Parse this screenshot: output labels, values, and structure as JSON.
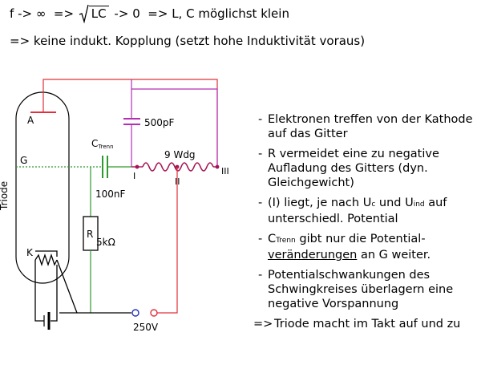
{
  "header": {
    "f": "f",
    "arrow": "->",
    "infinity": "∞",
    "implies": "=>",
    "radicand": "LC",
    "zero": "0",
    "conclusion": "L, C möglichst klein",
    "line2_prefix": "=>",
    "line2_text": "keine indukt. Kopplung (setzt hohe Induktivität voraus)"
  },
  "circuit": {
    "tube_label": "Triode",
    "anode_label": "A",
    "grid_label": "G",
    "cathode_label": "K",
    "cap_trenn_symbol": "C",
    "cap_trenn_sub": "Trenn",
    "cap_trenn_value": "100nF",
    "cap_tank_value": "500pF",
    "coil_label": "9 Wdg",
    "tap_1": "I",
    "tap_2": "II",
    "tap_3": "III",
    "resistor_symbol": "R",
    "resistor_value": "5kΩ",
    "supply_voltage": "250V",
    "colors": {
      "wire_black": "#000000",
      "wire_red": "#e0303a",
      "wire_magenta": "#b52fb5",
      "wire_green": "#2e9a2e",
      "coil": "#a31555",
      "terminal_blue": "#2233bb"
    }
  },
  "notes": [
    {
      "bullet": "-",
      "text": "Elektronen treffen von der Kathode auf das Gitter"
    },
    {
      "bullet": "-",
      "text": "R vermeidet eine zu negative Aufladung des Gitters (dyn. Gleichgewicht)"
    },
    {
      "bullet": "-",
      "pre": "(I) liegt, je nach U",
      "sub1": "c",
      "mid": " und U",
      "sub2": "ind",
      "post": " auf unterschiedl. Potential"
    },
    {
      "bullet": "-",
      "sym": "C",
      "sub": "Trenn",
      "pre": " gibt nur die Potential-",
      "underlined": "veränderungen",
      "post": " an G weiter."
    },
    {
      "bullet": "-",
      "text": "Potentialschwankungen des Schwingkreises überlagern eine negative Vorspannung"
    },
    {
      "bullet": "=>",
      "text": "Triode macht im Takt auf und zu"
    }
  ]
}
